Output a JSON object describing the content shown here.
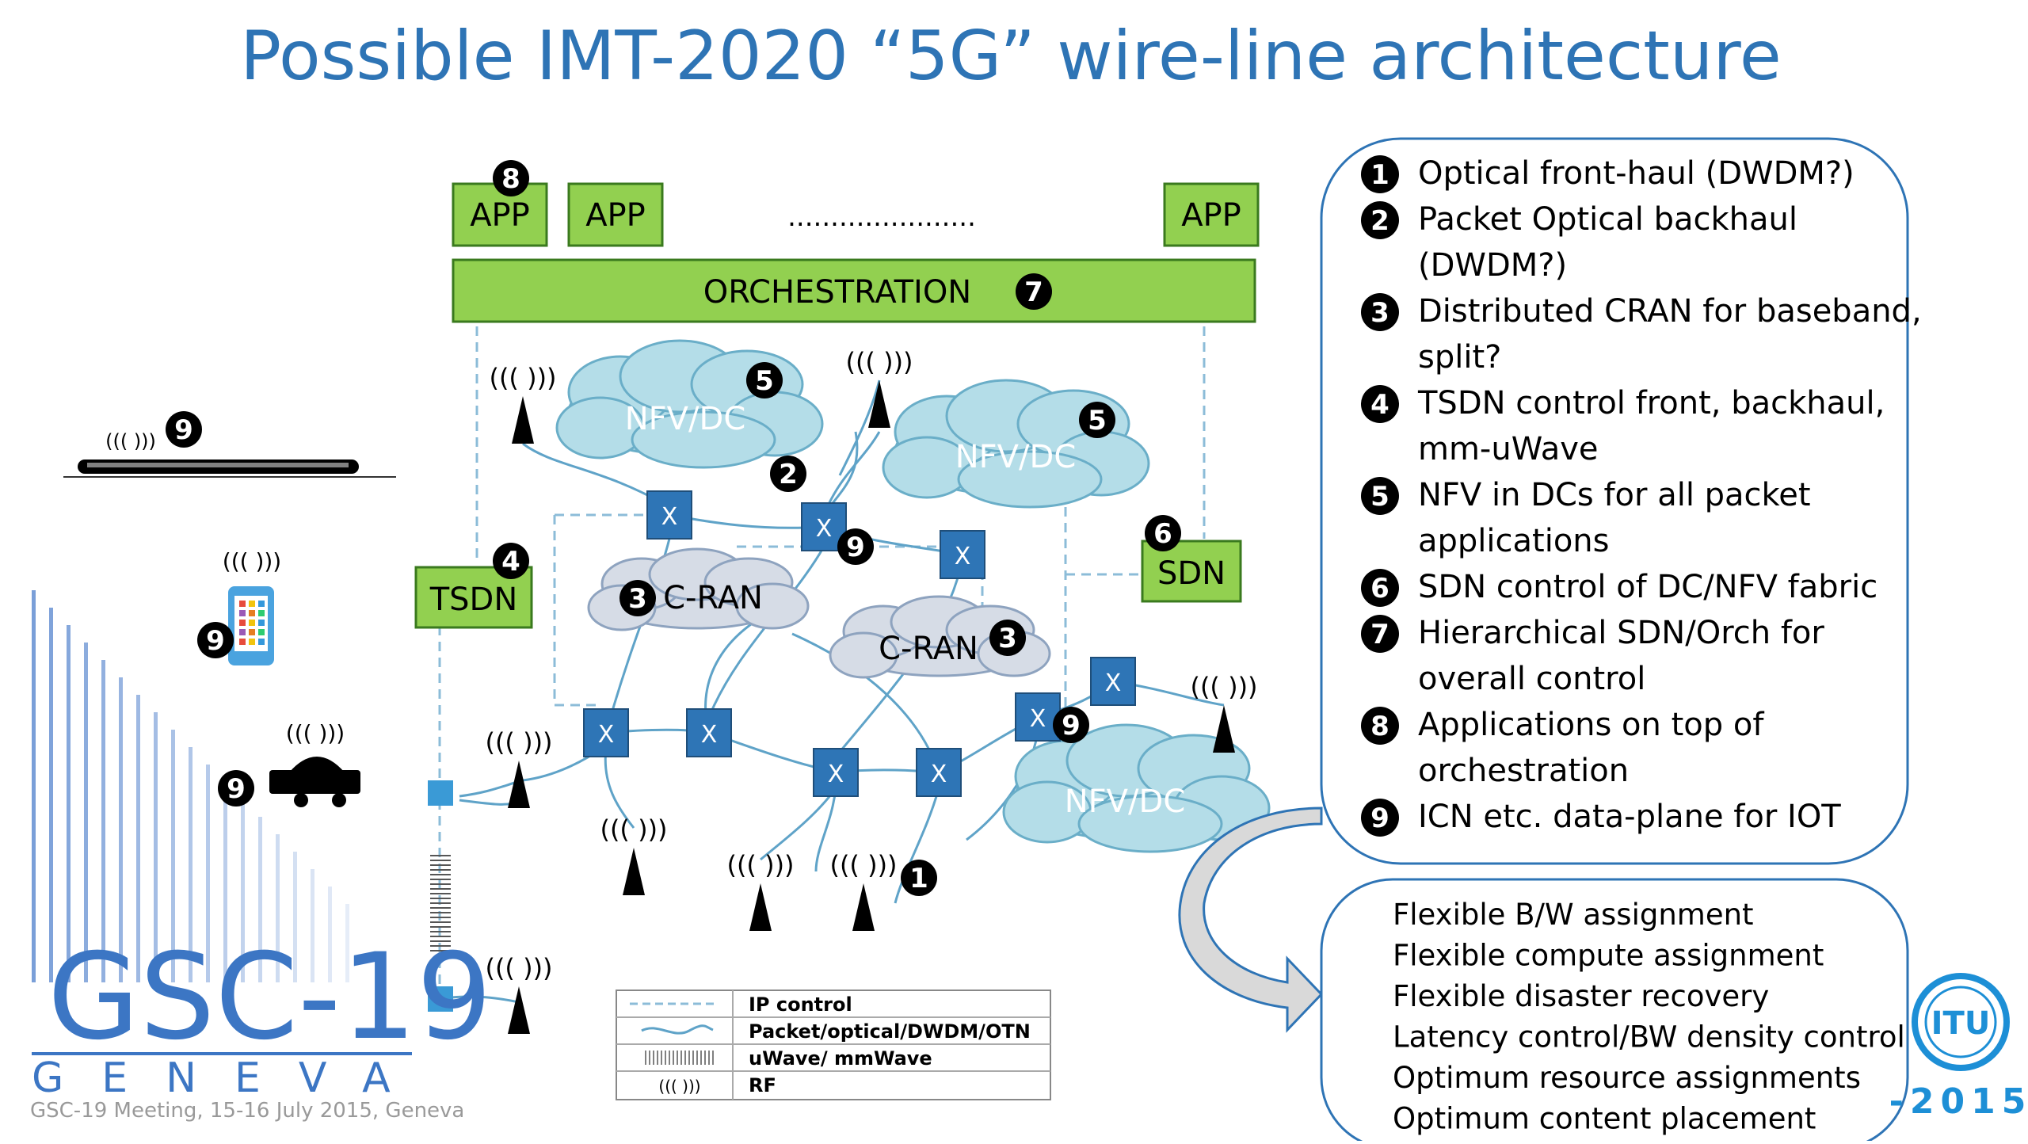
{
  "title": "Possible IMT-2020 “5G” wire-line architecture",
  "apps": [
    "APP",
    "APP",
    "APP"
  ],
  "app_dots": "......................",
  "orchestration": "ORCHESTRATION",
  "tsdn": "TSDN",
  "sdn": "SDN",
  "nfv": "NFV/DC",
  "cran": "C-RAN",
  "switch": "X",
  "rf": "((( )))",
  "markers": {
    "one": "1",
    "two": "2",
    "three": "3",
    "four": "4",
    "five": "5",
    "six": "6",
    "seven": "7",
    "eight": "8",
    "nine": "9"
  },
  "legend": [
    {
      "symbol": "dashed",
      "label": "IP control"
    },
    {
      "symbol": "wavy",
      "label": "Packet/optical/DWDM/OTN"
    },
    {
      "symbol": "uwave",
      "label": "uWave/ mmWave"
    },
    {
      "symbol": "rf",
      "label": "RF"
    }
  ],
  "notes": [
    {
      "num": "1",
      "lines": [
        "Optical front-haul (DWDM?)"
      ]
    },
    {
      "num": "2",
      "lines": [
        "Packet Optical backhaul",
        "(DWDM?)"
      ]
    },
    {
      "num": "3",
      "lines": [
        "Distributed CRAN for baseband,",
        "split?"
      ]
    },
    {
      "num": "4",
      "lines": [
        "TSDN control front, backhaul,",
        "mm-uWave"
      ]
    },
    {
      "num": "5",
      "lines": [
        "NFV in DCs for all packet",
        "applications"
      ]
    },
    {
      "num": "6",
      "lines": [
        "SDN control of DC/NFV fabric"
      ]
    },
    {
      "num": "7",
      "lines": [
        "Hierarchical SDN/Orch for",
        "overall control"
      ]
    },
    {
      "num": "8",
      "lines": [
        "Applications on top of",
        "orchestration"
      ]
    },
    {
      "num": "9",
      "lines": [
        "ICN etc. data-plane for IOT"
      ]
    }
  ],
  "benefits": [
    "Flexible B/W assignment",
    "Flexible compute assignment",
    "Flexible disaster recovery",
    "Latency control/BW density control",
    "Optimum resource assignments",
    "Optimum content placement"
  ],
  "gsc": {
    "logo": "GSC-19",
    "city": "GENEVA",
    "meeting": "GSC-19 Meeting, 15-16 July 2015, Geneva"
  },
  "itu": {
    "logo": "ITU",
    "year": "2015"
  },
  "colors": {
    "title": "#2e74b5",
    "green": "#92d050",
    "green_border": "#3a7a1e",
    "cloud": "#b4dde8",
    "cloud_text": "#ffffff",
    "cran_cloud": "#d6dce6",
    "switch": "#2e75b6",
    "line": "#5fa3c8",
    "gsc_blue": "#3c76c4",
    "itu_blue": "#1d8fd6"
  }
}
